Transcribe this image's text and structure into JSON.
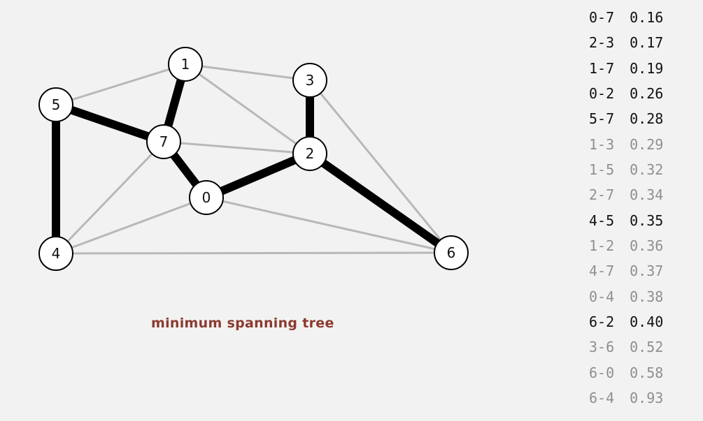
{
  "diagram": {
    "caption": "minimum spanning tree",
    "nodes": [
      "0",
      "1",
      "2",
      "3",
      "4",
      "5",
      "6",
      "7"
    ],
    "edges": [
      {
        "edge": "0-7",
        "weight": "0.16",
        "in_mst": true
      },
      {
        "edge": "2-3",
        "weight": "0.17",
        "in_mst": true
      },
      {
        "edge": "1-7",
        "weight": "0.19",
        "in_mst": true
      },
      {
        "edge": "0-2",
        "weight": "0.26",
        "in_mst": true
      },
      {
        "edge": "5-7",
        "weight": "0.28",
        "in_mst": true
      },
      {
        "edge": "1-3",
        "weight": "0.29",
        "in_mst": false
      },
      {
        "edge": "1-5",
        "weight": "0.32",
        "in_mst": false
      },
      {
        "edge": "2-7",
        "weight": "0.34",
        "in_mst": false
      },
      {
        "edge": "4-5",
        "weight": "0.35",
        "in_mst": true
      },
      {
        "edge": "1-2",
        "weight": "0.36",
        "in_mst": false
      },
      {
        "edge": "4-7",
        "weight": "0.37",
        "in_mst": false
      },
      {
        "edge": "0-4",
        "weight": "0.38",
        "in_mst": false
      },
      {
        "edge": "6-2",
        "weight": "0.40",
        "in_mst": true
      },
      {
        "edge": "3-6",
        "weight": "0.52",
        "in_mst": false
      },
      {
        "edge": "6-0",
        "weight": "0.58",
        "in_mst": false
      },
      {
        "edge": "6-4",
        "weight": "0.93",
        "in_mst": false
      }
    ]
  },
  "colors": {
    "mst_edge": "#000000",
    "other_edge": "#b8b8b8",
    "mst_text": "#111111",
    "other_text": "#8f8f8f",
    "caption": "#8b3a2f"
  }
}
